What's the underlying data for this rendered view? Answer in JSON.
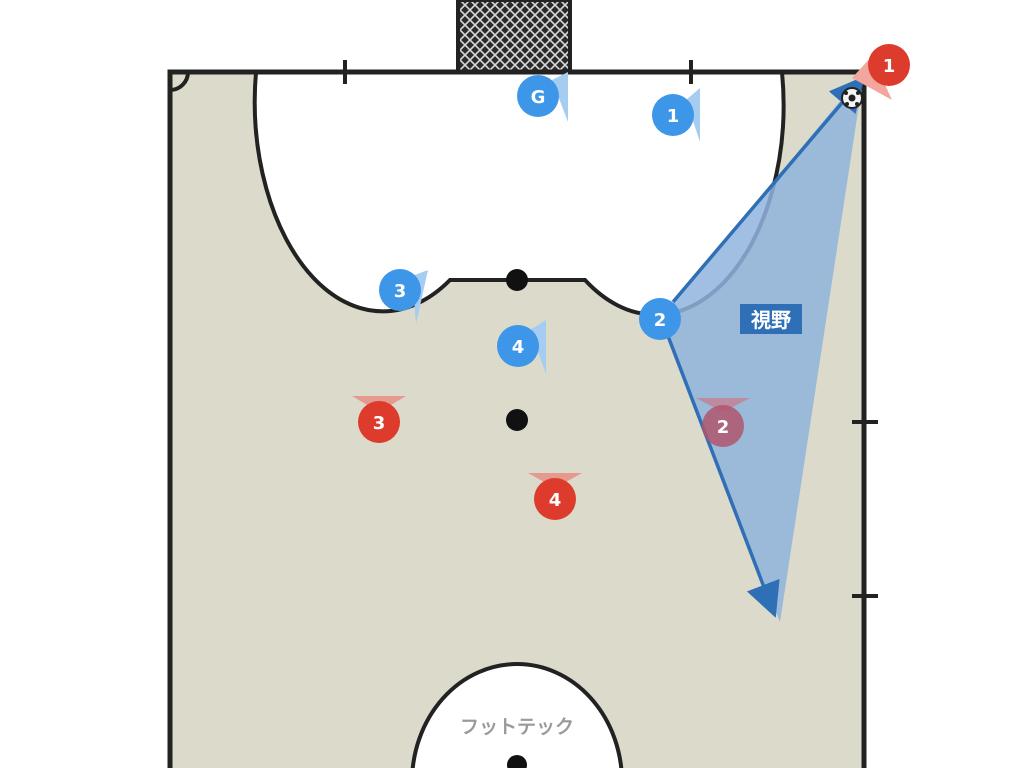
{
  "colors": {
    "court": "#dcdacb",
    "lines": "#222222",
    "area": "#ffffff",
    "team_blue": "#3d96e8",
    "team_red": "#dd3b2c",
    "team_red_faded": "#b0556c",
    "vision": "#8fb4dd",
    "arrow": "#2f6fb5",
    "vision_label_bg": "#2f6fb5"
  },
  "icons": {
    "goal": "goal-net-icon",
    "ball": "soccer-ball-icon"
  },
  "labels": {
    "vision": "視野",
    "brand": "フットテック"
  },
  "players": {
    "blue_g": "G",
    "blue_1": "1",
    "blue_2": "2",
    "blue_3": "3",
    "blue_4": "4",
    "red_1": "1",
    "red_2": "2",
    "red_3": "3",
    "red_4": "4"
  }
}
